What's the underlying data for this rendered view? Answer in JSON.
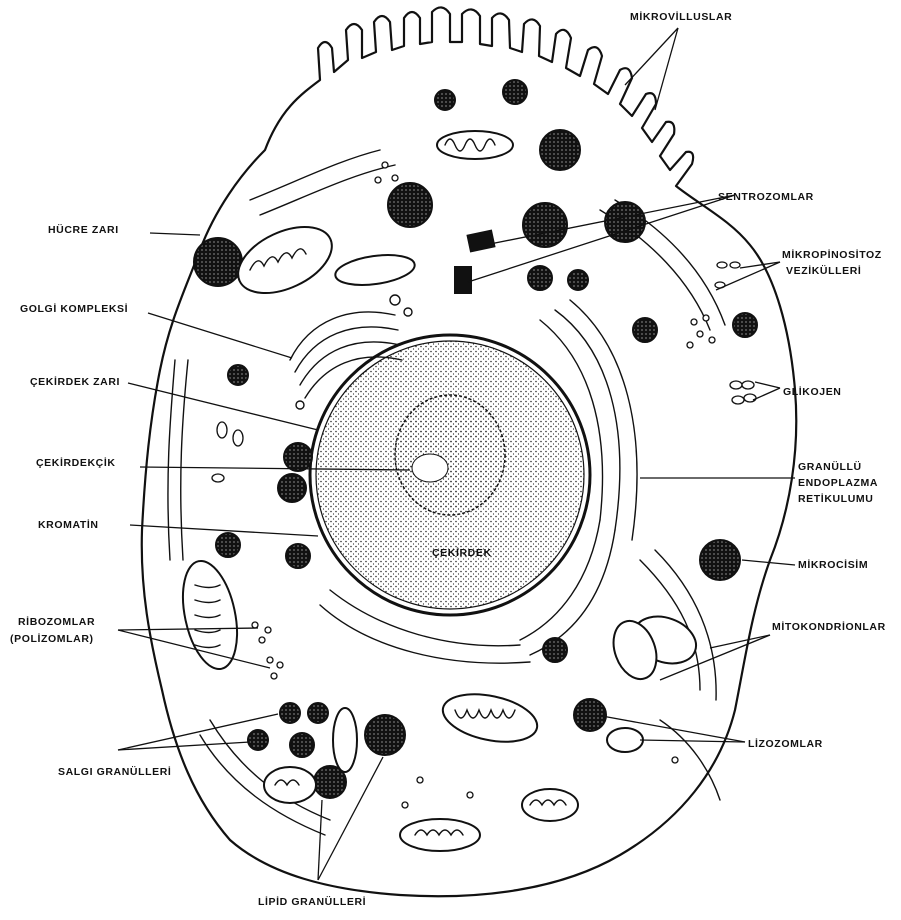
{
  "labels": {
    "mikrovilluslar": "MİKROVİLLUSLAR",
    "sentrozomlar": "SENTROZOMLAR",
    "mikropinositoz_1": "MİKROPİNOSİTOZ",
    "mikropinositoz_2": "VEZİKÜLLERİ",
    "glikojen": "GLİKOJEN",
    "granullu_1": "GRANÜLLÜ",
    "granullu_2": "ENDOPLAZMA",
    "granullu_3": "RETİKULUMU",
    "mikrocisim": "MİKROCİSİM",
    "mitokondrionlar": "MİTOKONDRİONLAR",
    "lizozomlar": "LİZOZOMLAR",
    "lipid": "LİPİD GRANÜLLERİ",
    "salgi": "SALGI GRANÜLLERİ",
    "ribozomlar_1": "RİBOZOMLAR",
    "ribozomlar_2": "(POLİZOMLAR)",
    "kromatin": "KROMATİN",
    "cekirdekcik": "ÇEKİRDEKÇİK",
    "cekirdek_zari": "ÇEKİRDEK ZARI",
    "golgi": "GOLGİ KOMPLEKSİ",
    "hucre_zari": "HÜCRE ZARI",
    "cekirdek": "ÇEKİRDEK"
  }
}
